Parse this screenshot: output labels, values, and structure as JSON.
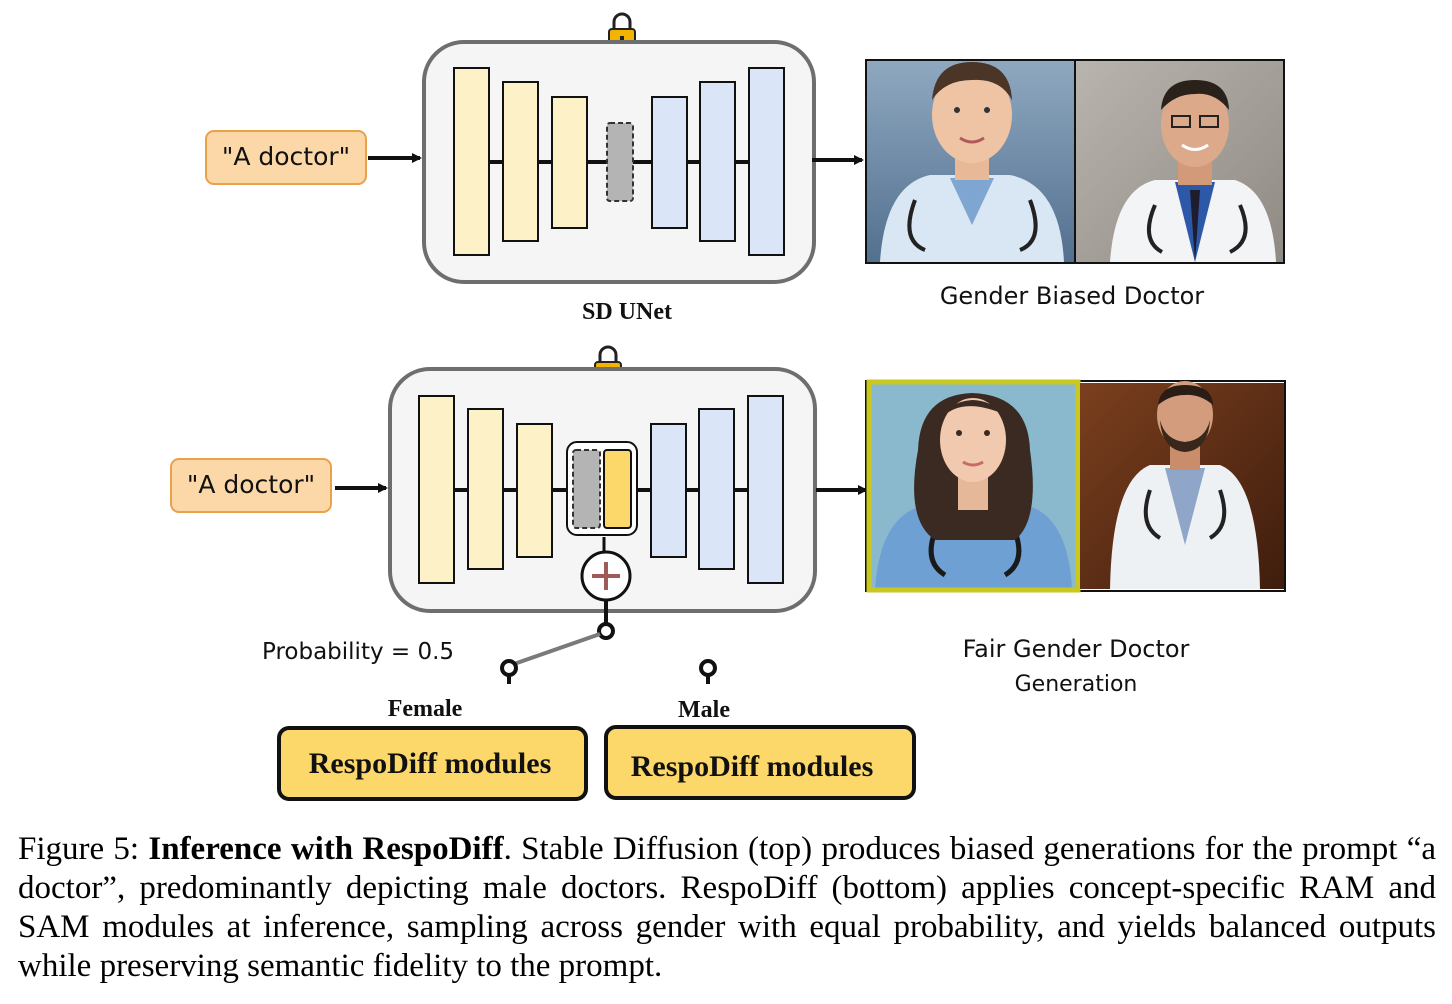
{
  "top": {
    "prompt": "\"A doctor\"",
    "unet_label": "SD UNet",
    "output_label": "Gender Biased Doctor"
  },
  "bottom": {
    "prompt": "\"A doctor\"",
    "probability_label": "Probability = 0.5",
    "output_label_line1": "Fair Gender Doctor",
    "output_label_line2": "Generation",
    "female_label": "Female",
    "male_label": "Male",
    "female_module": "RespoDiff modules",
    "male_module": "RespoDiff modules"
  },
  "caption": {
    "figure_num": "Figure 5: ",
    "title": "Inference with RespoDiff",
    "body": ". Stable Diffusion (top) produces biased generations for the prompt “a doctor”, predominantly depicting male doctors. RespoDiff (bottom) applies concept-specific RAM and SAM modules at inference, sampling across gender with equal probability, and yields balanced outputs while preserving semantic fidelity to the prompt."
  },
  "colors": {
    "encoder": "#fdf1c8",
    "decoder": "#dae6f8",
    "prompt_box": "#fcd8a8",
    "prompt_border": "#e9a14a",
    "module_fill": "#fcd86a",
    "lock": "#f2b400",
    "highlight_frame": "#c8c81e"
  },
  "icons": [
    "lock-icon",
    "plus-circle-icon",
    "person-photo"
  ]
}
